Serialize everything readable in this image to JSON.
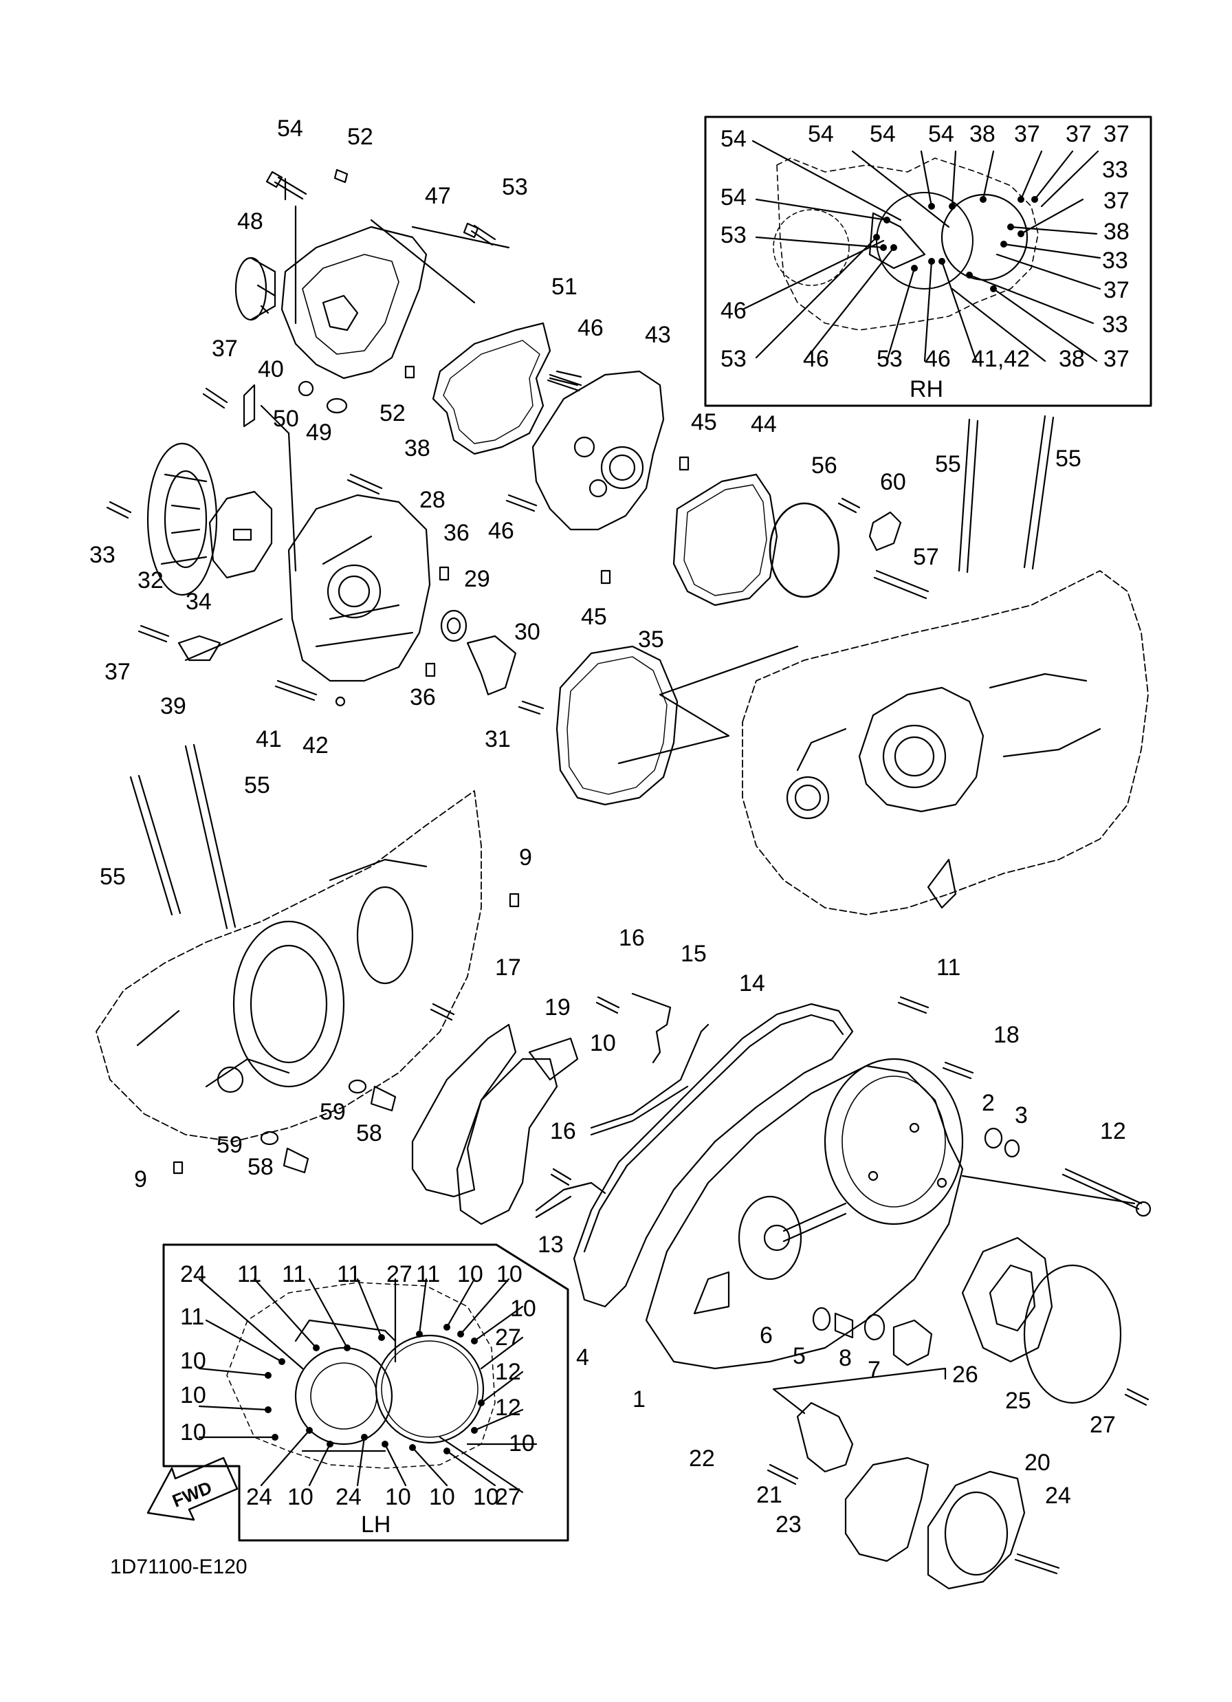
{
  "diagram": {
    "code": "1D71100-E120",
    "fwd_label": "FWD",
    "inset_rh": {
      "title": "RH",
      "labels": [
        "54",
        "54",
        "54",
        "54",
        "38",
        "37",
        "37",
        "37",
        "54",
        "33",
        "53",
        "37",
        "38",
        "33",
        "46",
        "37",
        "33",
        "53",
        "46",
        "53",
        "46",
        "41,42",
        "38",
        "37"
      ]
    },
    "inset_lh": {
      "title": "LH",
      "labels": [
        "24",
        "11",
        "11",
        "11",
        "27",
        "11",
        "10",
        "10",
        "11",
        "10",
        "27",
        "10",
        "12",
        "10",
        "12",
        "10",
        "10",
        "24",
        "10",
        "24",
        "10",
        "10",
        "10",
        "27"
      ]
    },
    "part_labels": [
      "54",
      "52",
      "47",
      "53",
      "48",
      "51",
      "46",
      "43",
      "37",
      "40",
      "50",
      "49",
      "52",
      "45",
      "44",
      "38",
      "33",
      "32",
      "34",
      "28",
      "36",
      "46",
      "29",
      "56",
      "60",
      "55",
      "55",
      "57",
      "45",
      "30",
      "37",
      "39",
      "41",
      "42",
      "36",
      "31",
      "35",
      "55",
      "55",
      "9",
      "16",
      "15",
      "14",
      "11",
      "18",
      "17",
      "19",
      "10",
      "2",
      "3",
      "59",
      "58",
      "12",
      "16",
      "59",
      "58",
      "9",
      "13",
      "4",
      "1",
      "6",
      "5",
      "8",
      "7",
      "26",
      "25",
      "27",
      "22",
      "21",
      "23",
      "20",
      "24"
    ]
  }
}
